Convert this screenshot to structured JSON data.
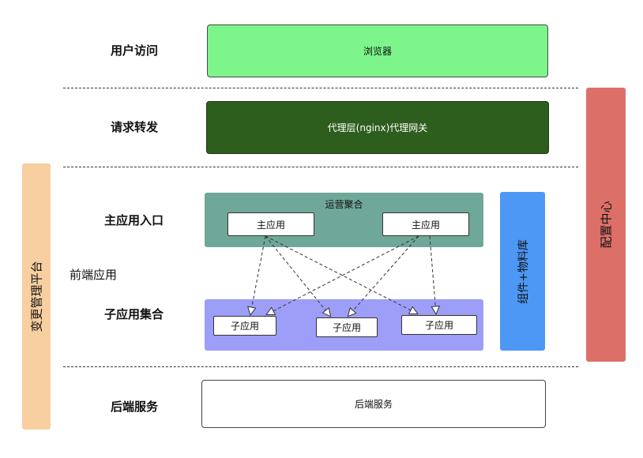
{
  "rows": {
    "user_access": "用户访问",
    "request_forward": "请求转发",
    "main_entry": "主应用入口",
    "frontend_app": "前端应用",
    "sub_app_set": "子应用集合",
    "backend_service": "后端服务"
  },
  "boxes": {
    "browser": "浏览器",
    "proxy": "代理层(nginx)代理网关",
    "ops_aggregate": "运营聚合",
    "main_app_1": "主应用",
    "main_app_2": "主应用",
    "sub_app_1": "子应用",
    "sub_app_2": "子应用",
    "sub_app_3": "子应用",
    "backend": "后端服务"
  },
  "side_bars": {
    "change_mgmt": "变更管理平台",
    "component_lib": "组件+物料库",
    "config_center": "配置中心"
  },
  "colors": {
    "browser": "#7df58a",
    "proxy": "#2e5e1e",
    "ops_aggregate": "#6fa898",
    "sub_area": "#9d9ef7",
    "component_lib": "#4d97f5",
    "config_center": "#dc7068",
    "change_mgmt": "#f7cfa0"
  }
}
